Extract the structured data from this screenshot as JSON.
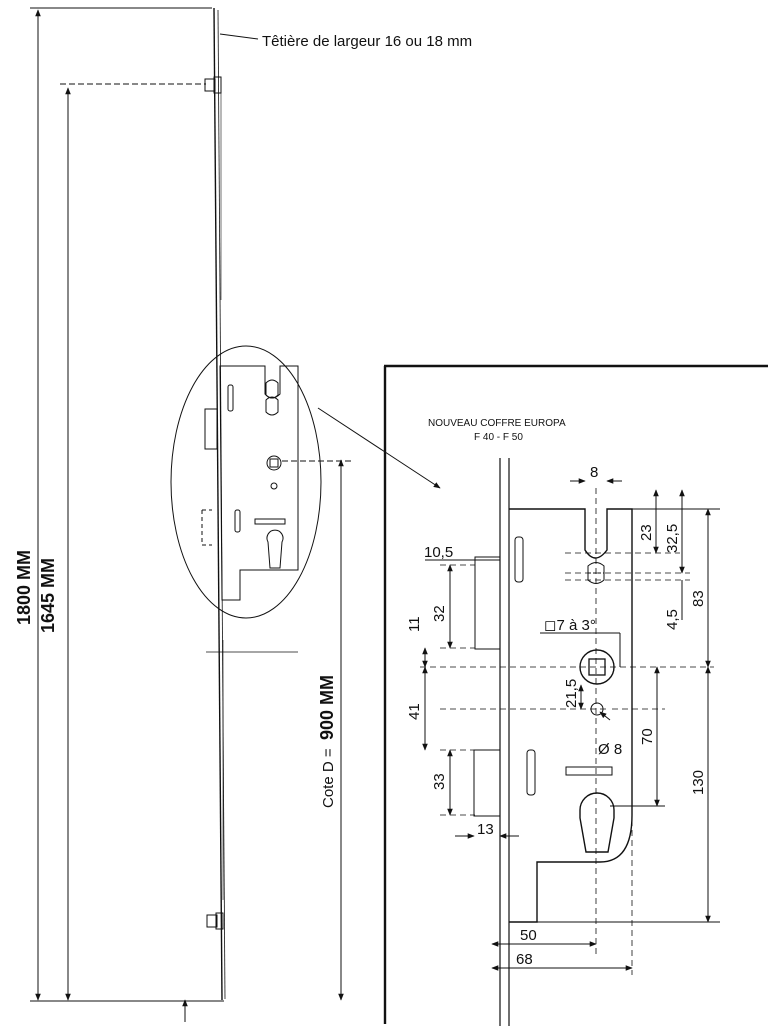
{
  "annotations": {
    "faceplate": "Têtière de largeur 16 ou 18 mm",
    "overall_height": "1800 MM",
    "locking_height": "1645 MM",
    "cote_d_prefix": "Cote D =",
    "cote_d_value": "900 MM"
  },
  "detail": {
    "title": "NOUVEAU COFFRE EUROPA",
    "subtitle": "F 40 - F 50",
    "dims": {
      "d8": "8",
      "d23": "23",
      "d32_5": "32,5",
      "d83": "83",
      "d4_5": "4,5",
      "d10_5": "10,5",
      "d11": "11",
      "d32": "32",
      "square": "7 à 3°",
      "d21_5": "21,5",
      "d41": "41",
      "dia8": "Ø 8",
      "d70": "70",
      "d130": "130",
      "d33": "33",
      "d13": "13",
      "d50": "50",
      "d68": "68"
    }
  }
}
